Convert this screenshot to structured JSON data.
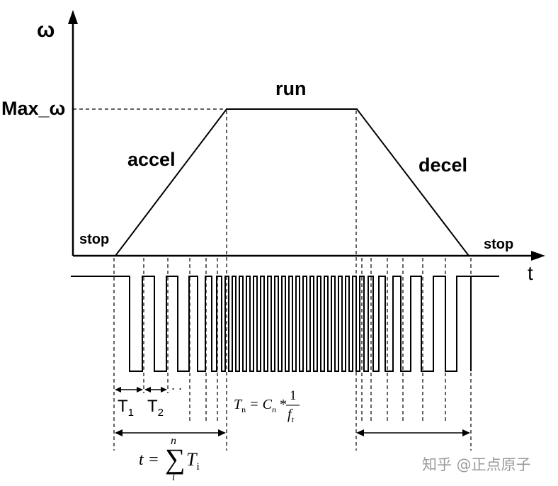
{
  "labels": {
    "y_axis": "ω",
    "x_axis": "t",
    "max": "Max_ω",
    "run": "run",
    "accel": "accel",
    "decel": "decel",
    "stop_left": "stop",
    "stop_right": "stop",
    "t1": "T",
    "t1_sub": "1",
    "t2": "T",
    "t2_sub": "2",
    "dots": ". .",
    "formula_tn": "T",
    "formula_tn_sub": "n",
    "formula_tn_mid": " = C",
    "formula_cn_sub": "n",
    "formula_star": " *",
    "formula_frac_num": "1",
    "formula_frac_den": "f",
    "formula_frac_den_sub": "t",
    "sum_lhs": "t =",
    "sum_sigma": "∑",
    "sum_top": "n",
    "sum_bottom": "i",
    "sum_term": "T",
    "sum_term_sub": "i"
  },
  "watermark": "知乎 @正点原子",
  "colors": {
    "line": "#000000",
    "watermark": "#9a9a9a"
  }
}
